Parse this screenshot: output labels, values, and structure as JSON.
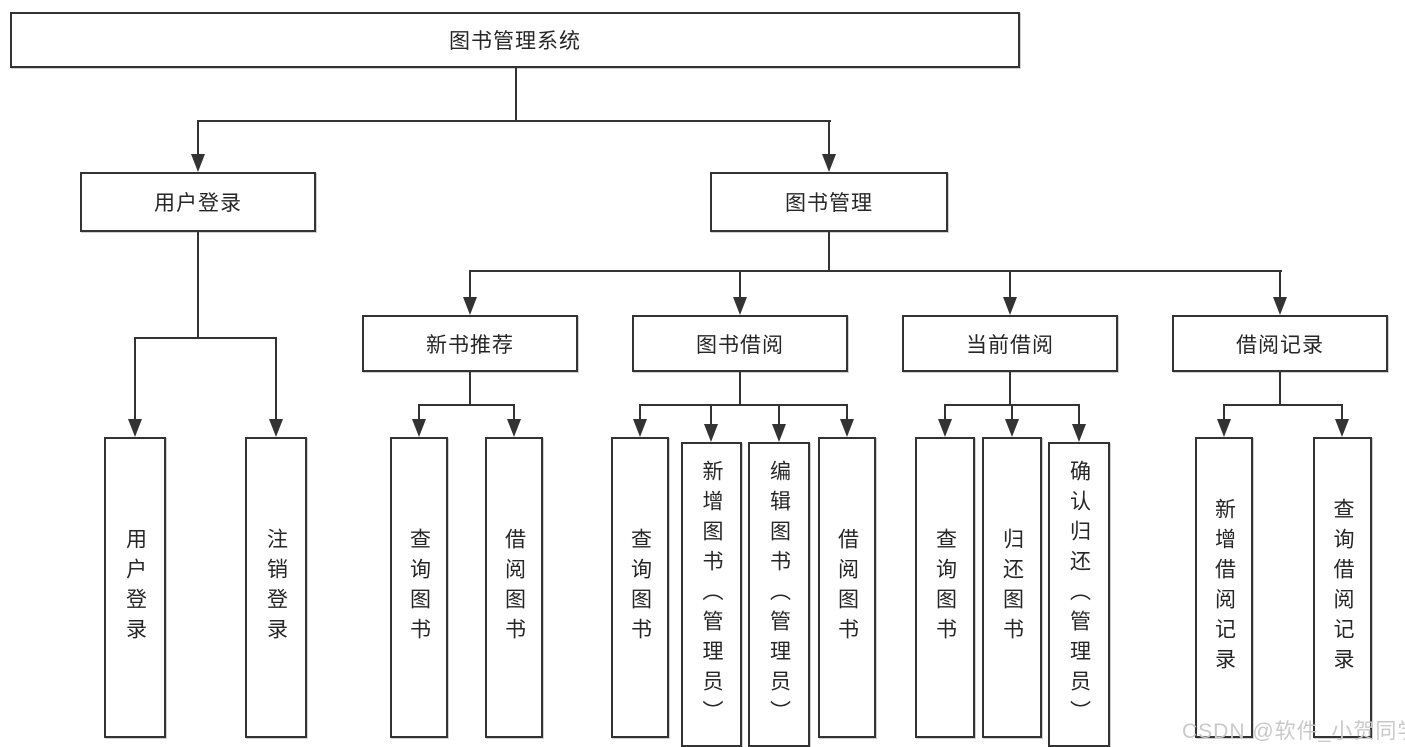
{
  "diagram": {
    "root": {
      "label": "图书管理系统"
    },
    "branches": [
      {
        "label": "用户登录",
        "children": [
          {
            "label": "用户登录"
          },
          {
            "label": "注销登录"
          }
        ]
      },
      {
        "label": "图书管理",
        "children": [
          {
            "label": "新书推荐",
            "children": [
              {
                "label": "查询图书"
              },
              {
                "label": "借阅图书"
              }
            ]
          },
          {
            "label": "图书借阅",
            "children": [
              {
                "label": "查询图书"
              },
              {
                "label": "新增图书（管理员）"
              },
              {
                "label": "编辑图书（管理员）"
              },
              {
                "label": "借阅图书"
              }
            ]
          },
          {
            "label": "当前借阅",
            "children": [
              {
                "label": "查询图书"
              },
              {
                "label": "归还图书"
              },
              {
                "label": "确认归还（管理员）"
              }
            ]
          },
          {
            "label": "借阅记录",
            "children": [
              {
                "label": "新增借阅记录"
              },
              {
                "label": "查询借阅记录"
              }
            ]
          }
        ]
      }
    ]
  },
  "watermark": {
    "text": "CSDN @软件_小贺同学"
  },
  "colors": {
    "line": "#333333",
    "text": "#262626",
    "watermark_text": "#c9c9c9",
    "background": "#ffffff"
  }
}
